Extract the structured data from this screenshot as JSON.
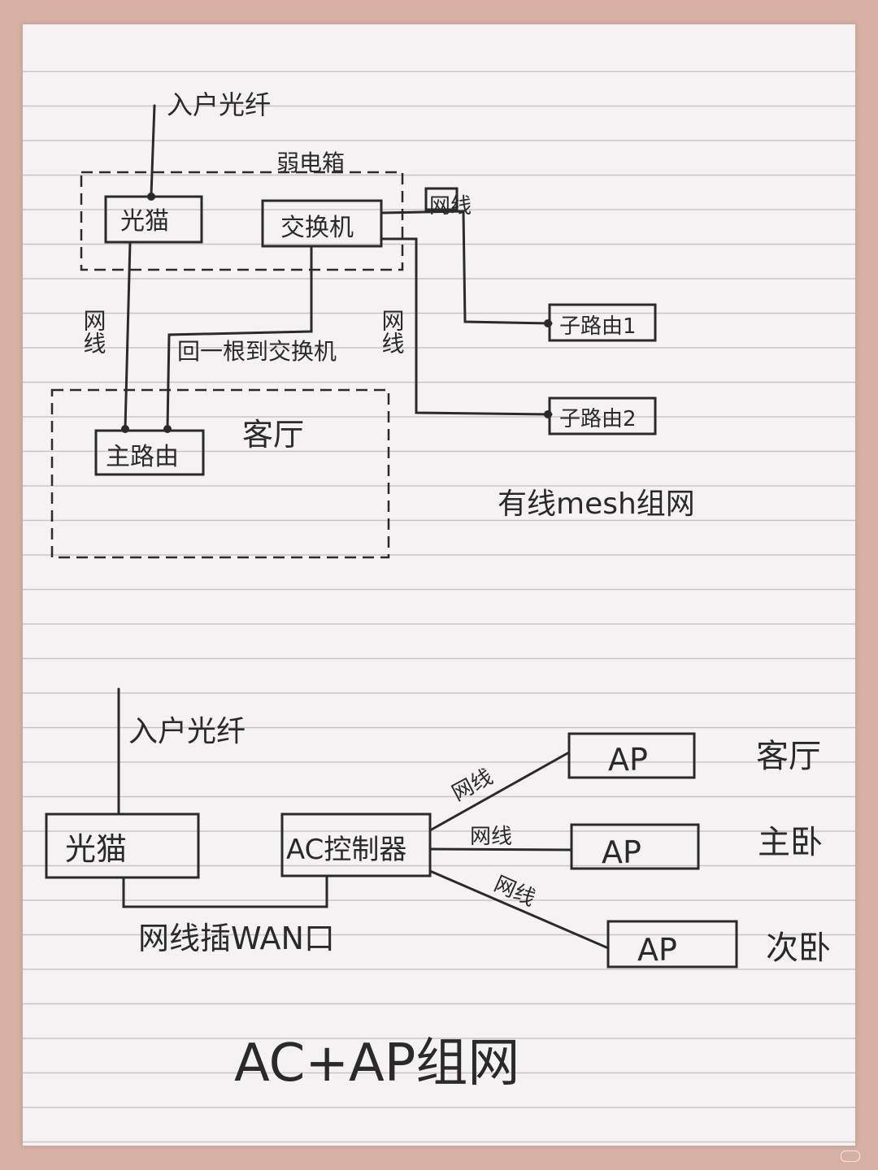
{
  "diagram1": {
    "fiber_in": "入户光纤",
    "weak_box": "弱电箱",
    "modem": "光猫",
    "switch": "交换机",
    "cable_a": "网线",
    "cable_b": "网线",
    "cable_c": "网线",
    "return_line": "回一根到交换机",
    "sub_router_1": "子路由1",
    "sub_router_2": "子路由2",
    "living_room": "客厅",
    "main_router": "主路由",
    "caption": "有线mesh组网"
  },
  "diagram2": {
    "fiber_in": "入户光纤",
    "modem": "光猫",
    "ac": "AC控制器",
    "cable_1": "网线",
    "cable_2": "网线",
    "cable_3": "网线",
    "ap_1": "AP",
    "ap_2": "AP",
    "ap_3": "AP",
    "room_1": "客厅",
    "room_2": "主卧",
    "room_3": "次卧",
    "wan_note": "网线插WAN口",
    "caption": "AC+AP组网"
  }
}
